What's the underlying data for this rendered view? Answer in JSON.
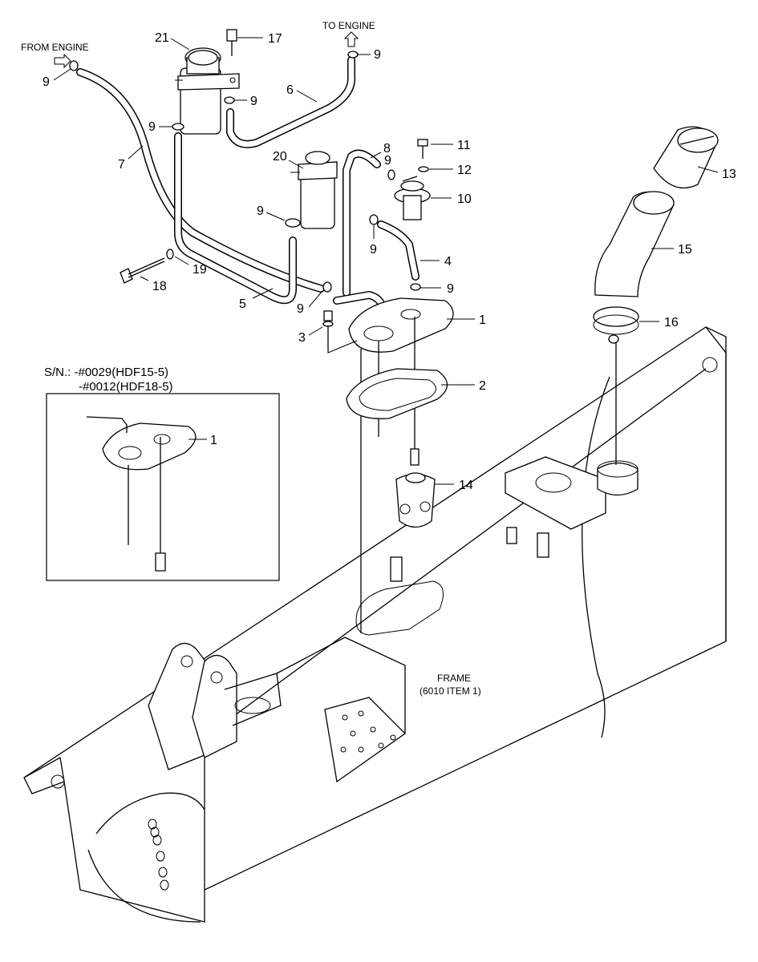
{
  "notes": {
    "from_engine": "FROM ENGINE",
    "to_engine": "TO ENGINE",
    "frame_line1": "FRAME",
    "frame_line2": "(6010 ITEM 1)",
    "sn_line1": "S/N.: -#0029(HDF15-5)",
    "sn_line2": "-#0012(HDF18-5)"
  },
  "callouts": {
    "c21": "21",
    "c17": "17",
    "c9a": "9",
    "c9b": "9",
    "c9c": "9",
    "c9d": "9",
    "c9e": "9",
    "c9f": "9",
    "c9g": "9",
    "c9h": "9",
    "c9i": "9",
    "c6": "6",
    "c7": "7",
    "c8": "8",
    "c11": "11",
    "c12": "12",
    "c10": "10",
    "c20": "20",
    "c4": "4",
    "c13": "13",
    "c15": "15",
    "c19": "19",
    "c18": "18",
    "c5": "5",
    "c3": "3",
    "c1": "1",
    "c1b": "1",
    "c16": "16",
    "c2": "2",
    "c14": "14"
  },
  "icons": {
    "arrow_from": "arrow-right-icon",
    "arrow_to": "arrow-up-icon"
  }
}
